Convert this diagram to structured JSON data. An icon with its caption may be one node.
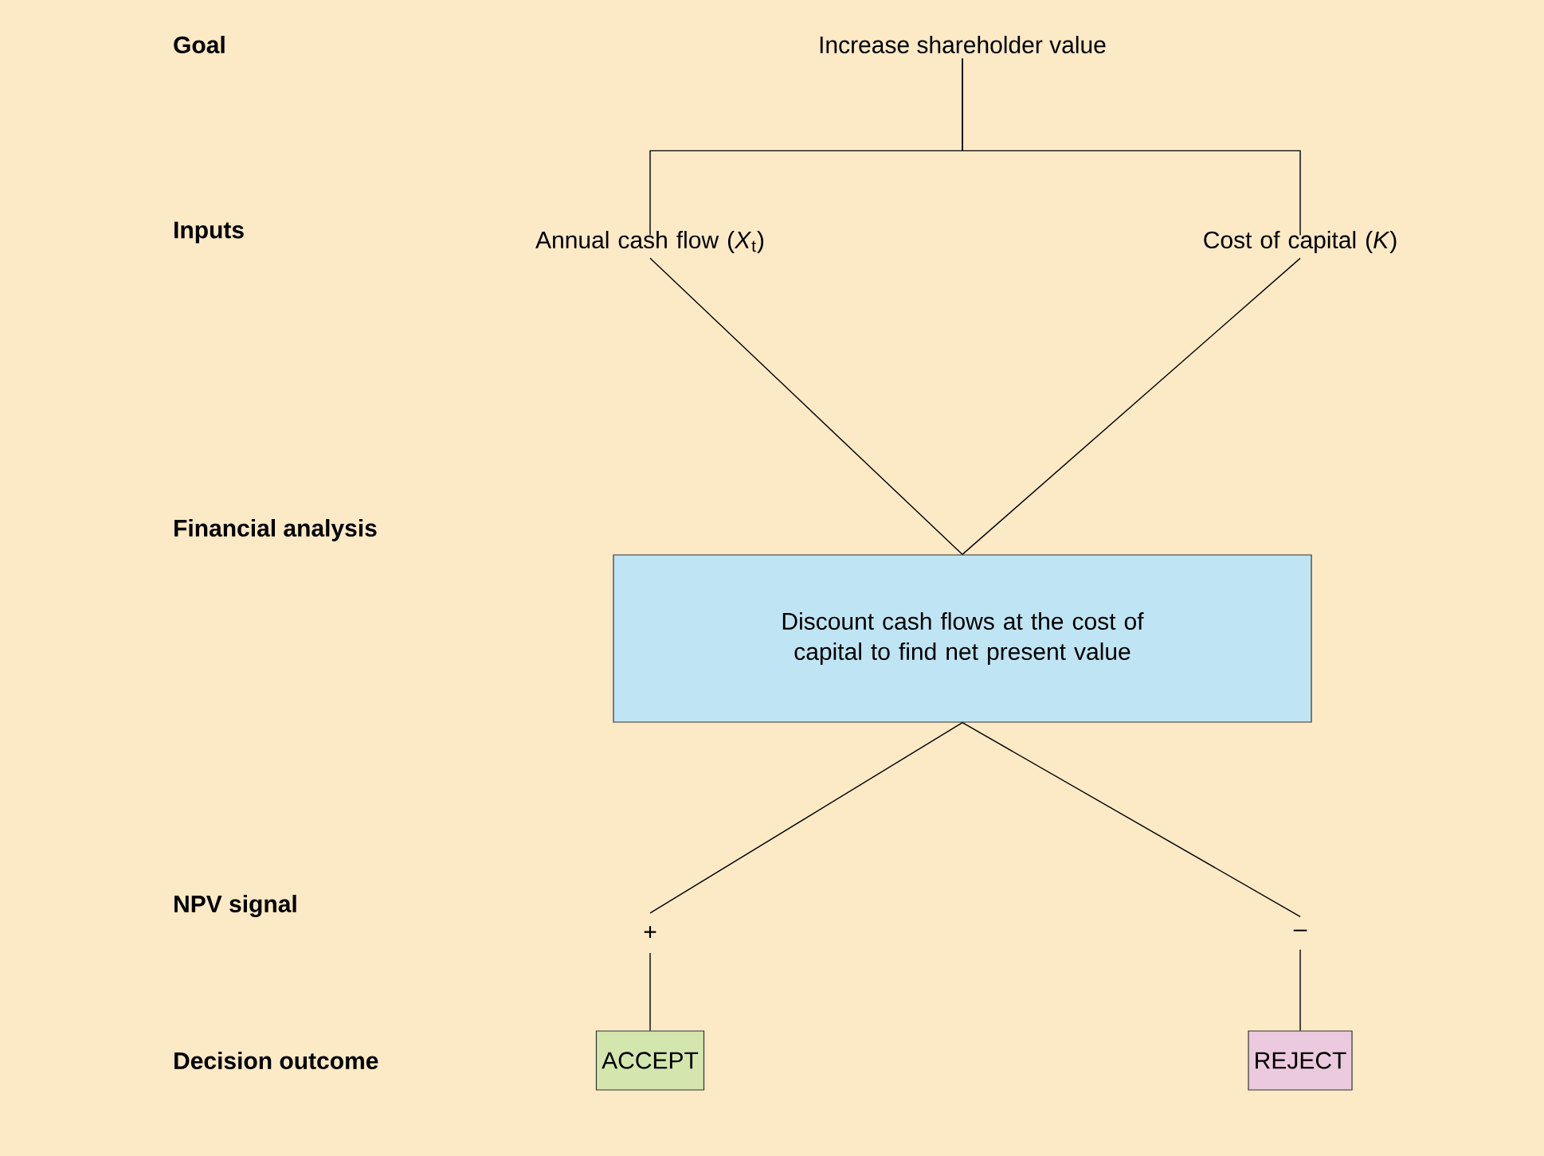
{
  "diagram": {
    "nodes": [
      {
        "text": [
          "Increase shareholder value"
        ]
      },
      {
        "text": [
          "Annual cash flow (*X*$_{t}$)"
        ]
      },
      {
        "text": [
          "Cost of capital (*K*)"
        ]
      },
      {
        "text": [
          "Discount cash flows at the cost of capital to find net present value"
        ]
      },
      {
        "text": [
          "+"
        ]
      },
      {
        "text": [
          "–"
        ]
      },
      {
        "text": [
          "ACCEPT"
        ]
      },
      {
        "text": [
          "REJECT"
        ]
      }
    ],
    "edges": [
      {
        "from": 0,
        "to": 1,
        "arrow": "none"
      },
      {
        "from": 0,
        "to": 2,
        "arrow": "none"
      },
      {
        "from": 1,
        "to": 3,
        "arrow": "none"
      },
      {
        "from": 2,
        "to": 3,
        "arrow": "none"
      },
      {
        "from": 3,
        "to": 4,
        "arrow": "none"
      },
      {
        "from": 3,
        "to": 5,
        "arrow": "none"
      },
      {
        "from": 4,
        "to": 6,
        "arrow": "none"
      },
      {
        "from": 5,
        "to": 7,
        "arrow": "none"
      }
    ],
    "labels": [
      "Goal",
      "Inputs",
      "Financial analysis",
      "NPV signal",
      "Decision outcome"
    ]
  }
}
